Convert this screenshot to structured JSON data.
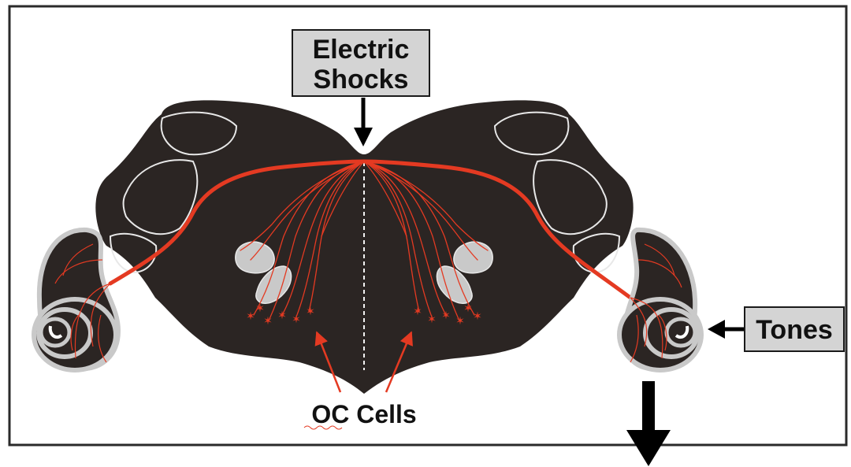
{
  "labels": {
    "electric_shocks_line1": "Electric",
    "electric_shocks_line2": "Shocks",
    "tones": "Tones",
    "oc_cells": "OC Cells"
  },
  "colors": {
    "tissue": "#2b2523",
    "outline": "#e8e8e8",
    "nerve": "#e43a22",
    "nucleus": "#c9c9c9",
    "label_box": "#d4d4d4",
    "frame": "#2a2a2a",
    "arrow": "#000000"
  }
}
